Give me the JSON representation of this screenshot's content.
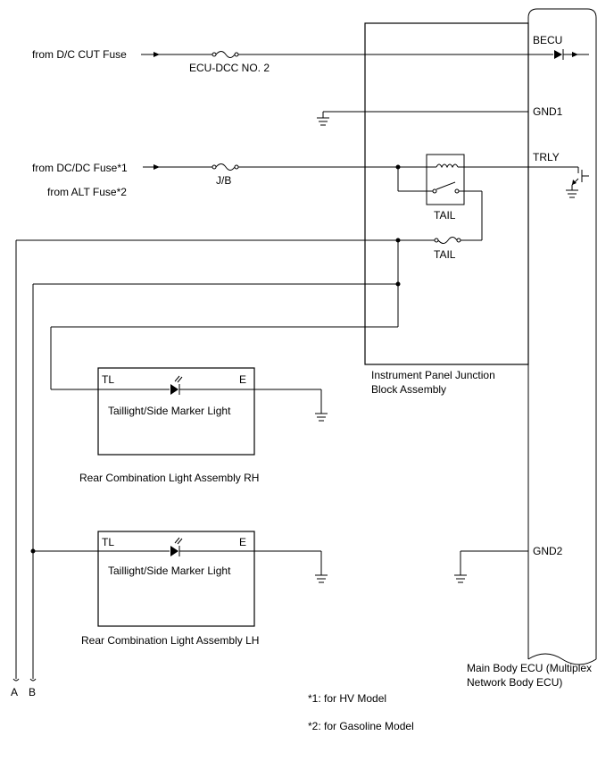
{
  "sources": {
    "dc_cut": "from D/C CUT Fuse",
    "dcdc": "from DC/DC Fuse*1",
    "alt": "from ALT Fuse*2"
  },
  "fuses": {
    "ecu_dcc": "ECU-DCC NO. 2",
    "jb": "J/B",
    "tail_fuse": "TAIL",
    "tail_relay": "TAIL"
  },
  "junction_block": {
    "line1": "Instrument Panel Junction",
    "line2": "Block Assembly"
  },
  "ecu": {
    "line1": "Main Body ECU (Multiplex",
    "line2": "Network Body ECU)",
    "pins": {
      "becu": "BECU",
      "gnd1": "GND1",
      "trly": "TRLY",
      "gnd2": "GND2"
    }
  },
  "lamps": {
    "rh": {
      "pin_tl": "TL",
      "pin_e": "E",
      "name": "Taillight/Side Marker Light",
      "assembly": "Rear Combination Light Assembly RH"
    },
    "lh": {
      "pin_tl": "TL",
      "pin_e": "E",
      "name": "Taillight/Side Marker Light",
      "assembly": "Rear Combination Light Assembly LH"
    }
  },
  "connectors": {
    "a": "A",
    "b": "B"
  },
  "notes": {
    "n1": "*1: for HV Model",
    "n2": "*2: for Gasoline Model"
  }
}
